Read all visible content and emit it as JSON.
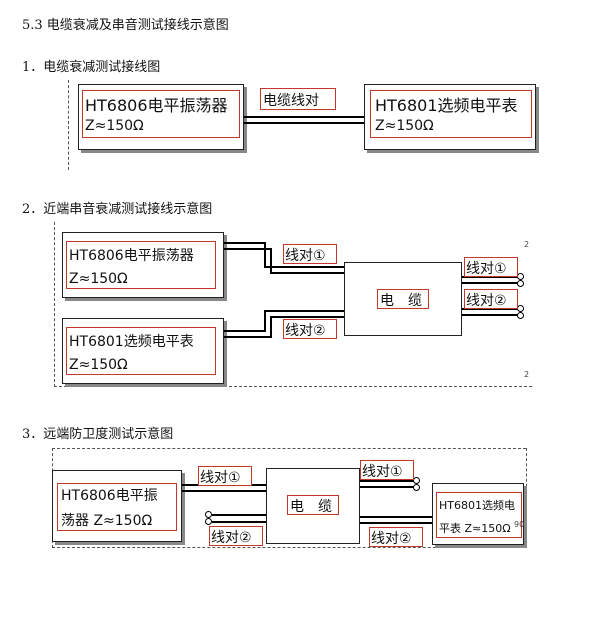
{
  "section_title": "5.3   电缆衰减及串音测试接线示意图",
  "diagram1": {
    "heading": "1．电缆衰减测试接线图",
    "generator": {
      "name": "HT6806电平振荡器",
      "impedance": "Z≈150Ω"
    },
    "cable_label": "电缆线对",
    "meter": {
      "name": "HT6801选频电平表",
      "impedance": "Z≈150Ω"
    }
  },
  "diagram2": {
    "heading": "2．近端串音衰减测试接线示意图",
    "generator": {
      "name": "HT6806电平振荡器",
      "impedance": "Z≈150Ω"
    },
    "meter": {
      "name": "HT6801选频电平表",
      "impedance": "Z≈150Ω"
    },
    "pair1": "线对①",
    "pair2": "线对②",
    "cable": "电　缆",
    "pair1_out": "线对①",
    "pair2_out": "线对②",
    "edge_mark_top": "2",
    "edge_mark_bottom": "2"
  },
  "diagram3": {
    "heading": "3．远端防卫度测试示意图",
    "generator": {
      "name_line1": "HT6806电平振",
      "name_line2": "荡器 Z≈150Ω"
    },
    "pair1_in": "线对①",
    "pair2_in": "线对②",
    "cable": "电　缆",
    "pair1_out": "线对①",
    "pair2_out": "线对②",
    "meter": {
      "name_line1": "HT6801选频电",
      "name_line2": "平表 Z≈150Ω"
    },
    "edge_mark": "90"
  }
}
